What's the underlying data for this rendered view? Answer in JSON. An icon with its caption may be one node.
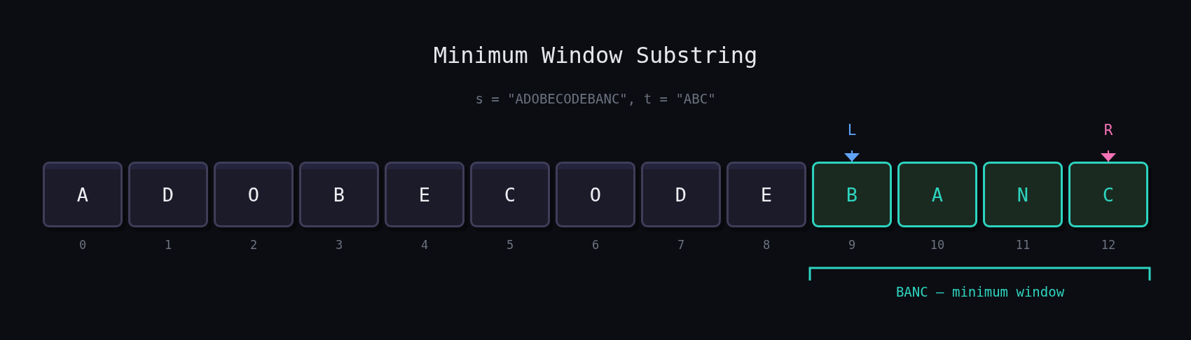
{
  "diagram": {
    "title": "Minimum Window Substring",
    "nodes": [
      {
        "text": [
          "L"
        ]
      },
      {
        "text": [
          "R"
        ]
      },
      {
        "text": [
          "A"
        ],
        "beside": [
          "0"
        ]
      },
      {
        "text": [
          "D"
        ],
        "beside": [
          "1"
        ]
      },
      {
        "text": [
          "O"
        ],
        "beside": [
          "2"
        ]
      },
      {
        "text": [
          "B"
        ],
        "beside": [
          "3"
        ]
      },
      {
        "text": [
          "E"
        ],
        "beside": [
          "4"
        ]
      },
      {
        "text": [
          "C"
        ],
        "beside": [
          "5"
        ]
      },
      {
        "text": [
          "O"
        ],
        "beside": [
          "6"
        ]
      },
      {
        "text": [
          "D"
        ],
        "beside": [
          "7"
        ]
      },
      {
        "text": [
          "E"
        ],
        "beside": [
          "8"
        ]
      },
      {
        "text": [
          "B"
        ],
        "beside": [
          "9"
        ]
      },
      {
        "text": [
          "A"
        ],
        "beside": [
          "10"
        ]
      },
      {
        "text": [
          "N"
        ],
        "beside": [
          "11"
        ]
      },
      {
        "text": [
          "C"
        ],
        "beside": [
          "12"
        ]
      }
    ],
    "edges": [
      {
        "from": 0,
        "to": 11,
        "arrow": "to",
        "color": "#60a5fa"
      },
      {
        "from": 1,
        "to": 14,
        "arrow": "to",
        "color": "#f472b6"
      }
    ],
    "labels": [
      "s = \"ADOBECODEBANC\", t = \"ABC\"",
      "BANC — minimum window"
    ]
  }
}
